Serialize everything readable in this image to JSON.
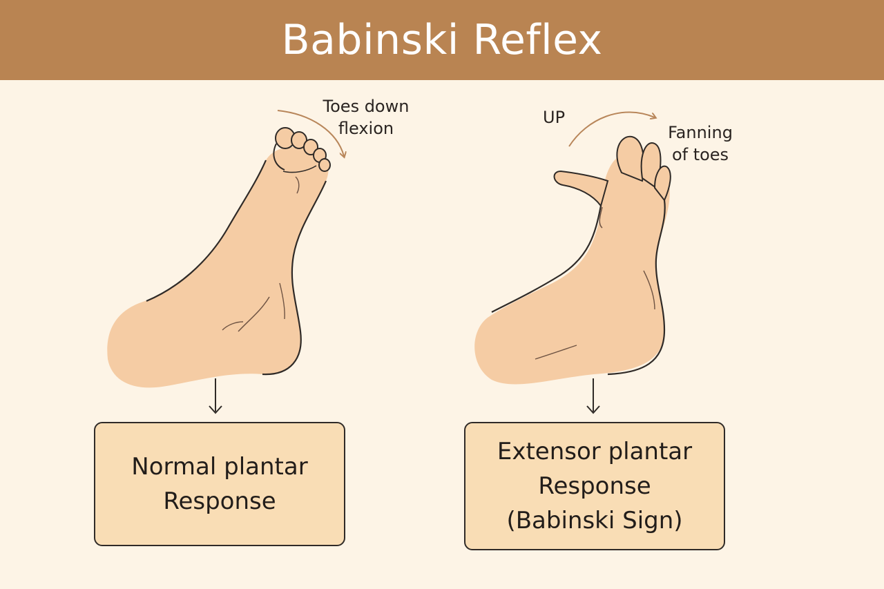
{
  "title": "Babinski Reflex",
  "colors": {
    "header": "#b98452",
    "background": "#fdf4e6",
    "skin": "#f5cca4",
    "box_fill": "#f9ddb5",
    "arrow_accent": "#b8865a",
    "outline": "#2f2a27"
  },
  "normal": {
    "annotation_line1": "Toes down",
    "annotation_line2": "flexion",
    "box_line1": "Normal plantar",
    "box_line2": "Response"
  },
  "babinski": {
    "up_label": "UP",
    "fanning_line1": "Fanning",
    "fanning_line2": "of toes",
    "box_line1": "Extensor plantar",
    "box_line2": "Response",
    "box_line3": "(Babinski Sign)"
  }
}
